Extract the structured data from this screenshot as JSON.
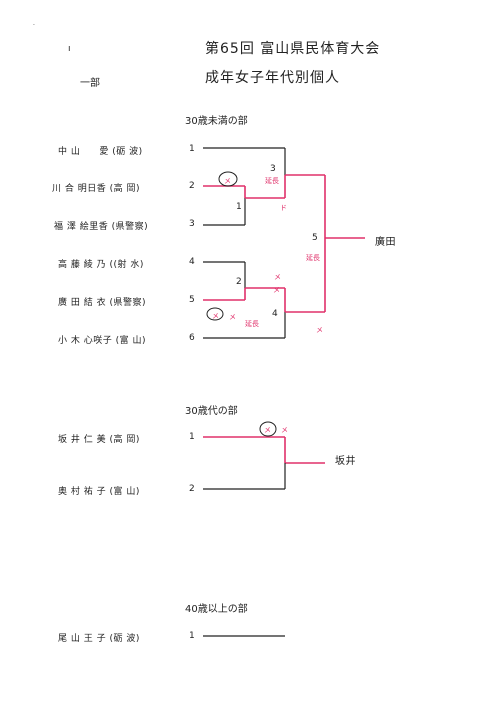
{
  "header": {
    "title_line1": "第65回  富山県民体育大会",
    "title_line2": "成年女子年代別個人",
    "division": "一部",
    "stray_mark": "ı",
    "corner_mark": "·"
  },
  "sections": [
    {
      "heading": "30歳未満の部",
      "players": [
        {
          "name": "中 山　　愛 (砺 波)",
          "seed": "1"
        },
        {
          "name": "川 合 明日香 (高 岡)",
          "seed": "2"
        },
        {
          "name": "福 澤 絵里香 (県警察)",
          "seed": "3"
        },
        {
          "name": "高 藤 綾 乃 ((射 水)",
          "seed": "4"
        },
        {
          "name": "廣 田 結 衣 (県警察)",
          "seed": "5"
        },
        {
          "name": "小 木 心咲子 (富 山)",
          "seed": "6"
        }
      ],
      "match_numbers": [
        "1",
        "2",
        "3",
        "4",
        "5"
      ],
      "winner": "廣田",
      "annotations": {
        "encho": "延長",
        "do": "ド",
        "me": "メ"
      }
    },
    {
      "heading": "30歳代の部",
      "players": [
        {
          "name": "坂 井 仁 美 (高 岡)",
          "seed": "1"
        },
        {
          "name": "奥 村 祐 子 (富 山)",
          "seed": "2"
        }
      ],
      "winner": "坂井",
      "annotations": {
        "me": "メ"
      }
    },
    {
      "heading": "40歳以上の部",
      "players": [
        {
          "name": "尾 山 王 子 (砺 波)",
          "seed": "1"
        }
      ]
    }
  ],
  "colors": {
    "ink": "#222222",
    "highlight": "#e0306a"
  }
}
